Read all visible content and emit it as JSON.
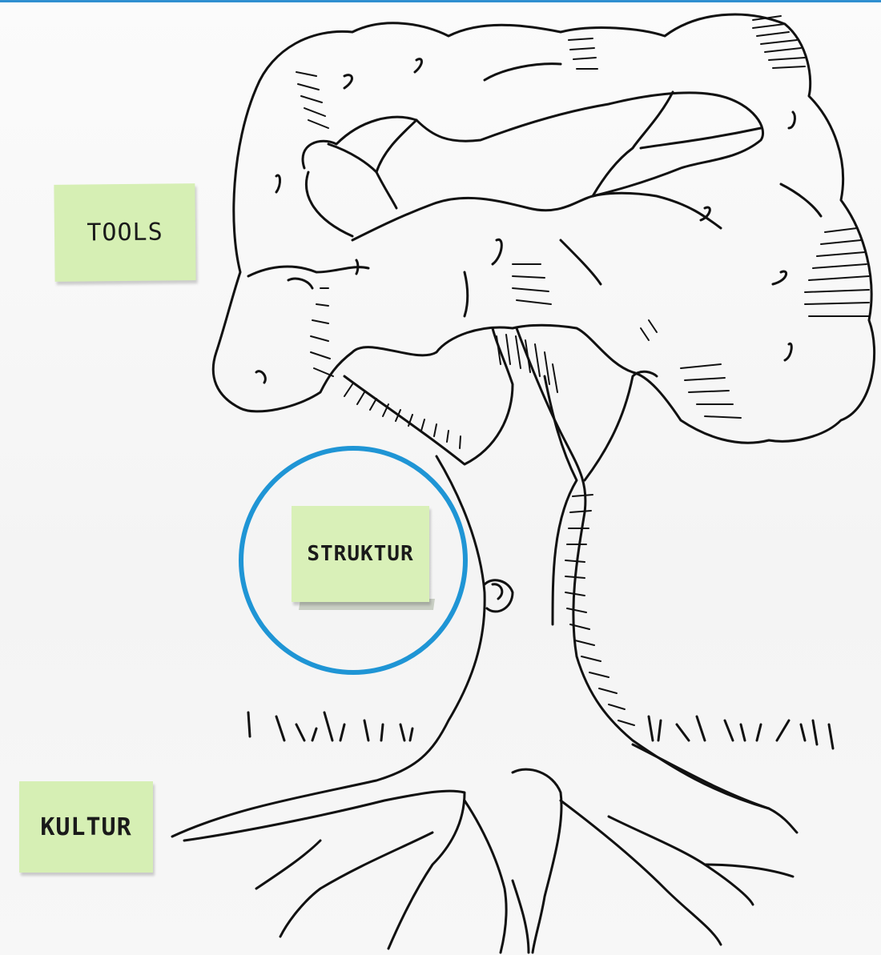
{
  "sticky_notes": {
    "tools": "TOOLS",
    "struktur": "STRUKTUR",
    "kultur": "KULTUR"
  },
  "colors": {
    "sticky_note": "#d6efb4",
    "highlight_circle": "#1f95d5",
    "ink": "#111111",
    "whiteboard": "#f7f7f7"
  }
}
